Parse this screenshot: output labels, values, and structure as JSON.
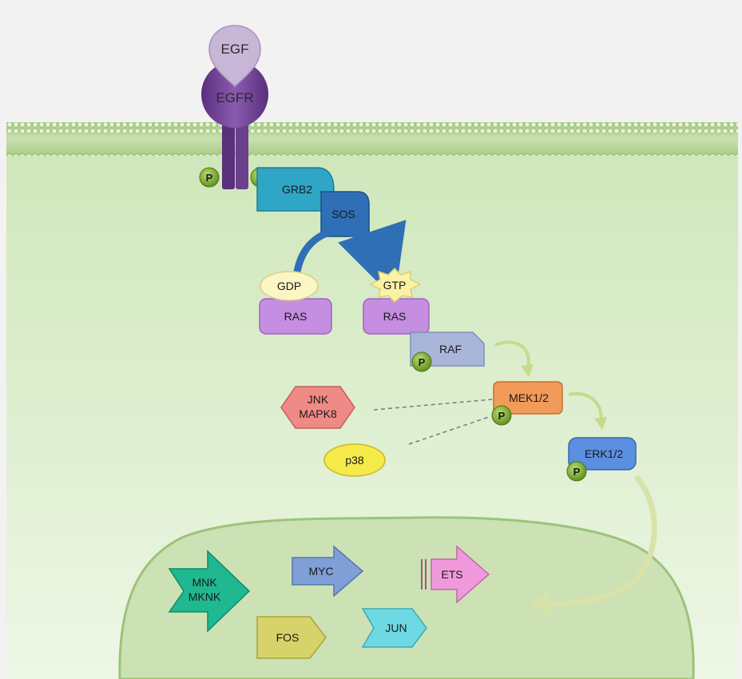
{
  "ligand": "EGF",
  "receptor": "EGFR",
  "phospho": "P",
  "adaptor": "GRB2",
  "gef": "SOS",
  "gdp": "GDP",
  "gtp": "GTP",
  "ras_inactive": "RAS",
  "ras_active": "RAS",
  "raf": "RAF",
  "mek": "MEK1/2",
  "erk": "ERK1/2",
  "jnk_line1": "JNK",
  "jnk_line2": "MAPK8",
  "p38": "p38",
  "mnk_line1": "MNK",
  "mnk_line2": "MKNK",
  "myc": "MYC",
  "ets": "ETS",
  "fos": "FOS",
  "jun": "JUN",
  "colors": {
    "membrane": "#b9d69a",
    "cytoplasm": "#dff0cf",
    "nucleus": "#cfe4b8",
    "egfr": "#6a3f8c",
    "egf": "#c8b6d6",
    "grb2": "#2fa6c5",
    "sos": "#2f6fb5",
    "ras": "#c58ee0",
    "gdp": "#fbf6c4",
    "gtp": "#fbf2a6",
    "raf": "#a9b6d9",
    "mek": "#f29a5a",
    "erk": "#5b8fe0",
    "jnk": "#f08a86",
    "p38": "#f6e94a",
    "phospho": "#7aab2c",
    "mnk": "#1fb890",
    "myc": "#7f9fd6",
    "ets": "#f09adc",
    "fos": "#d8d26a",
    "jun": "#6fd9e3"
  }
}
